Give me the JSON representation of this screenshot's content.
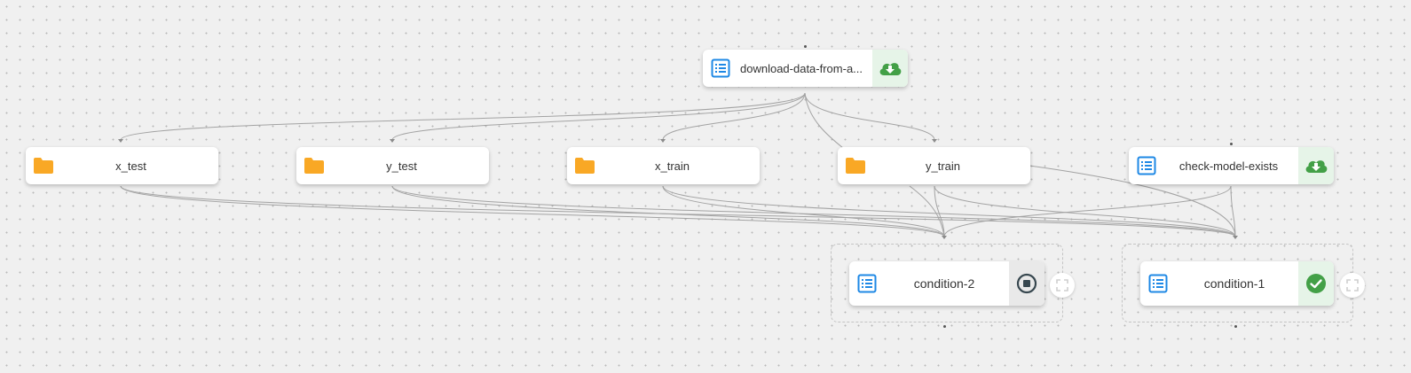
{
  "nodes": {
    "download": {
      "label": "download-data-from-a...",
      "icon": "list-icon",
      "status": "cloud-download-icon"
    },
    "x_test": {
      "label": "x_test",
      "icon": "folder-icon"
    },
    "y_test": {
      "label": "y_test",
      "icon": "folder-icon"
    },
    "x_train": {
      "label": "x_train",
      "icon": "folder-icon"
    },
    "y_train": {
      "label": "y_train",
      "icon": "folder-icon"
    },
    "check_model": {
      "label": "check-model-exists",
      "icon": "list-icon",
      "status": "cloud-download-icon"
    },
    "condition2": {
      "label": "condition-2",
      "icon": "list-icon",
      "status": "stop-circle-icon"
    },
    "condition1": {
      "label": "condition-1",
      "icon": "list-icon",
      "status": "check-circle-icon"
    }
  },
  "colors": {
    "task_icon": "#1e88e5",
    "folder": "#f9a825",
    "success": "#43a047",
    "stopped": "#37474f",
    "edge": "#9e9e9e"
  }
}
